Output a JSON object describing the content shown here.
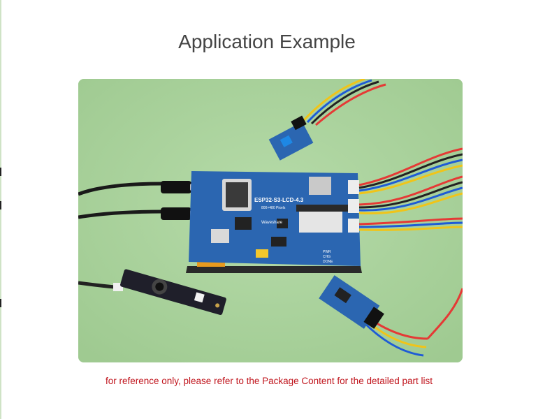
{
  "page": {
    "title": "Application Example",
    "caption": "for reference only, please refer to the Package Content for the detailed part list"
  },
  "board": {
    "model": "ESP32-S3-LCD-4.3",
    "brand": "Waveshare",
    "resolution": "800×480 Pixels",
    "leds": [
      "PWR",
      "CHG",
      "DONE"
    ]
  },
  "colors": {
    "title": "#444444",
    "caption": "#c0141c",
    "background": "#a9d19c",
    "pcb": "#2b66b1"
  }
}
